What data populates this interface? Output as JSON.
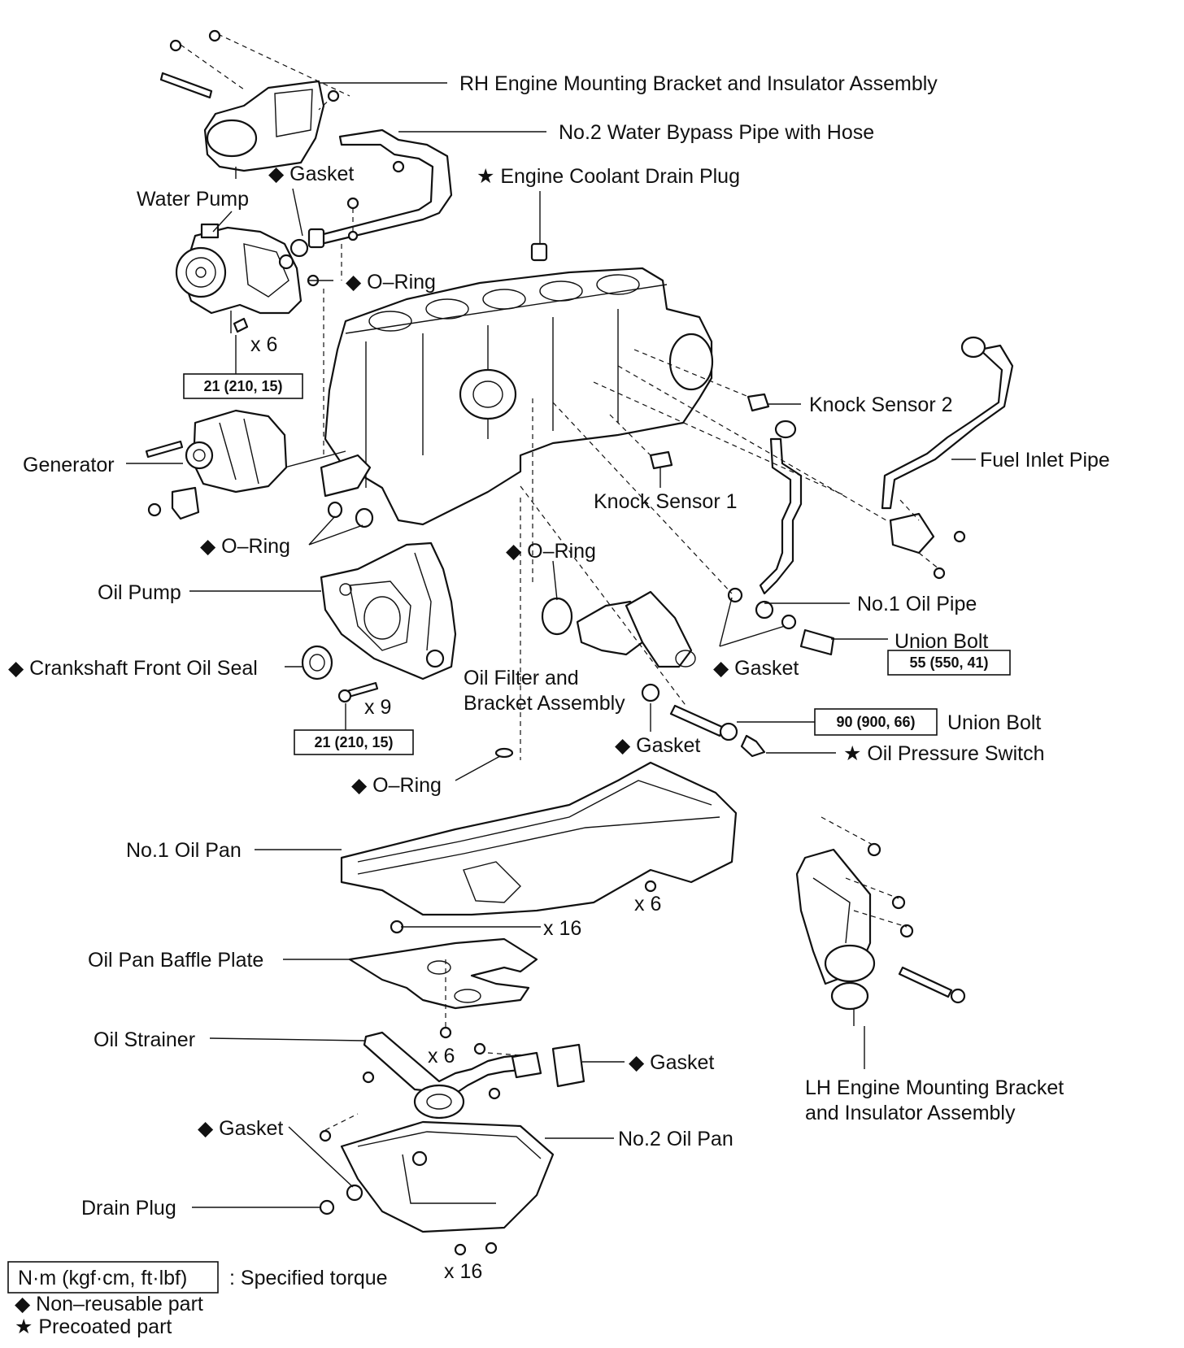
{
  "labels": {
    "rh_mount": "RH Engine Mounting Bracket and Insulator Assembly",
    "water_bypass": "No.2 Water Bypass Pipe with Hose",
    "gasket_top": "◆ Gasket",
    "coolant_plug": "★ Engine Coolant Drain Plug",
    "water_pump": "Water Pump",
    "oring_top": "◆ O–Ring",
    "x6_pump": "x 6",
    "knock2": "Knock Sensor 2",
    "fuel_inlet": "Fuel Inlet Pipe",
    "generator": "Generator",
    "knock1": "Knock Sensor 1",
    "oring_gen": "◆ O–Ring",
    "oring_filter": "◆ O–Ring",
    "oil_pump": "Oil Pump",
    "no1_oil_pipe": "No.1 Oil Pipe",
    "union_bolt_1": "Union Bolt",
    "gasket_mid": "◆ Gasket",
    "crank_seal": "◆ Crankshaft Front Oil Seal",
    "oil_filter_1": "Oil Filter and",
    "oil_filter_2": "Bracket Assembly",
    "x9": "x 9",
    "union_bolt_2": "Union Bolt",
    "gasket_filter": "◆ Gasket",
    "oil_pressure": "★ Oil Pressure Switch",
    "oring_pan": "◆ O–Ring",
    "no1_oil_pan": "No.1 Oil Pan",
    "x6_pan": "x 6",
    "x16_pan": "x 16",
    "baffle": "Oil Pan Baffle Plate",
    "strainer": "Oil Strainer",
    "x6_strainer": "x 6",
    "gasket_strainer": "◆ Gasket",
    "lh_mount_1": "LH Engine Mounting Bracket",
    "lh_mount_2": "and Insulator Assembly",
    "gasket_drain": "◆ Gasket",
    "no2_oil_pan": "No.2 Oil Pan",
    "drain_plug": "Drain Plug",
    "x16_bottom": "x 16"
  },
  "torques": {
    "water_pump": "21 (210, 15)",
    "oil_pump": "21 (210, 15)",
    "union_bolt_1": "55 (550, 41)",
    "union_bolt_2": "90 (900, 66)"
  },
  "legend": {
    "unit": "N·m (kgf·cm, ft·lbf)",
    "unit_desc": ": Specified torque",
    "non_reusable": "◆ Non–reusable part",
    "precoated": "★ Precoated part"
  }
}
